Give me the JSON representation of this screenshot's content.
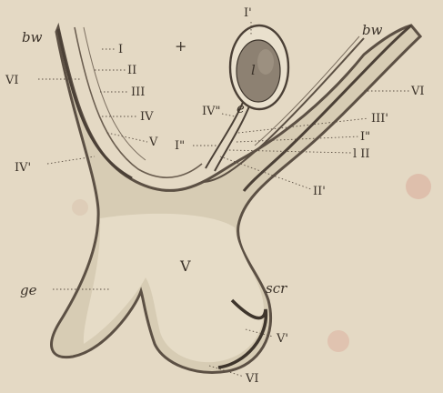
{
  "figure": {
    "labels": {
      "bw_left": "bw",
      "bw_right": "bw",
      "cross": "+",
      "I_prime": "I'",
      "l_top": "l",
      "e": "e",
      "I": "I",
      "II": "II",
      "III": "III",
      "IV": "IV",
      "V": "V",
      "VI_left": "VI",
      "VI_right": "VI",
      "IV_prime": "IV'",
      "IV_dblprime": "IV\"",
      "I_dblprime_left": "I\"",
      "III_prime": "III'",
      "I_dblprime_right": "I\"",
      "l_II": "l II",
      "II_prime": "II'",
      "ge": "ge",
      "V_center": "V",
      "scr": "scr",
      "V_prime": "V'",
      "VI_bottom": "VI"
    }
  }
}
